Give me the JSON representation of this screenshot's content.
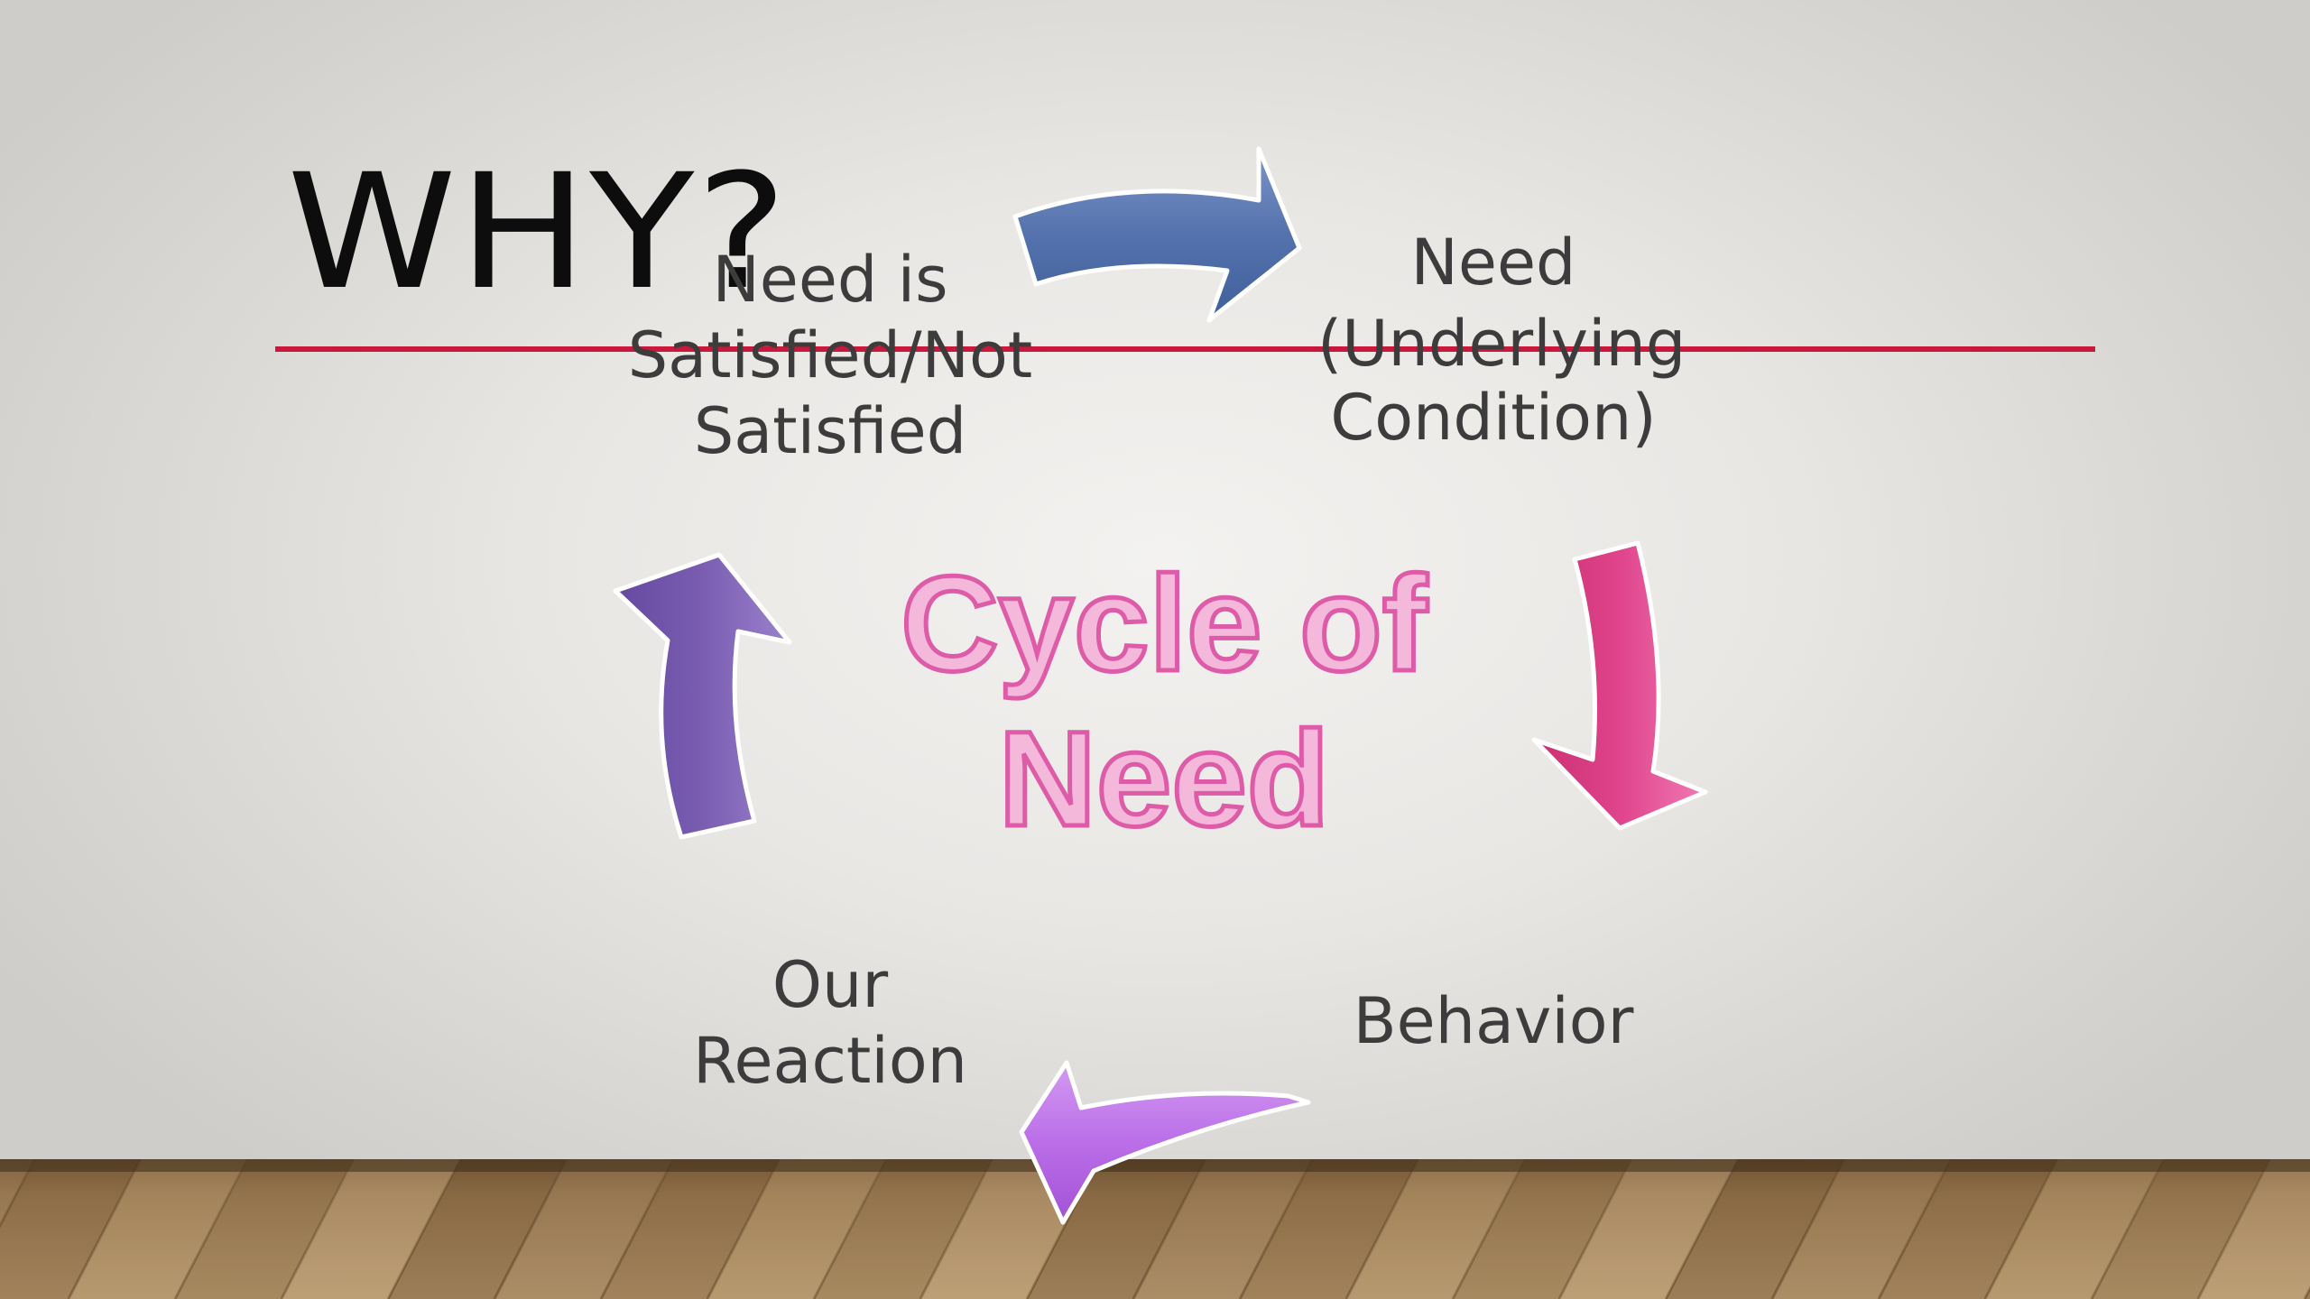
{
  "slide": {
    "title": "WHY?",
    "center_title_line1": "Cycle of",
    "center_title_line2": "Need"
  },
  "cycle": {
    "nodes": [
      {
        "id": "need",
        "line1": "Need",
        "line2": "(Underlying",
        "line3": "Condition)"
      },
      {
        "id": "behavior",
        "line1": "Behavior"
      },
      {
        "id": "reaction",
        "line1": "Our",
        "line2": "Reaction"
      },
      {
        "id": "satisfied",
        "line1": "Need is",
        "line2": "Satisfied/Not",
        "line3": "Satisfied"
      }
    ]
  },
  "colors": {
    "title_rule": "#c8183c",
    "center_text_fill": "#f4b9da",
    "center_text_stroke": "#de5ba8",
    "arrow_top": "#5472ad",
    "arrow_right": "#e0448c",
    "arrow_bottom": "#bb6ee8",
    "arrow_left": "#7a5db1",
    "label_text": "#3c3c3c"
  }
}
